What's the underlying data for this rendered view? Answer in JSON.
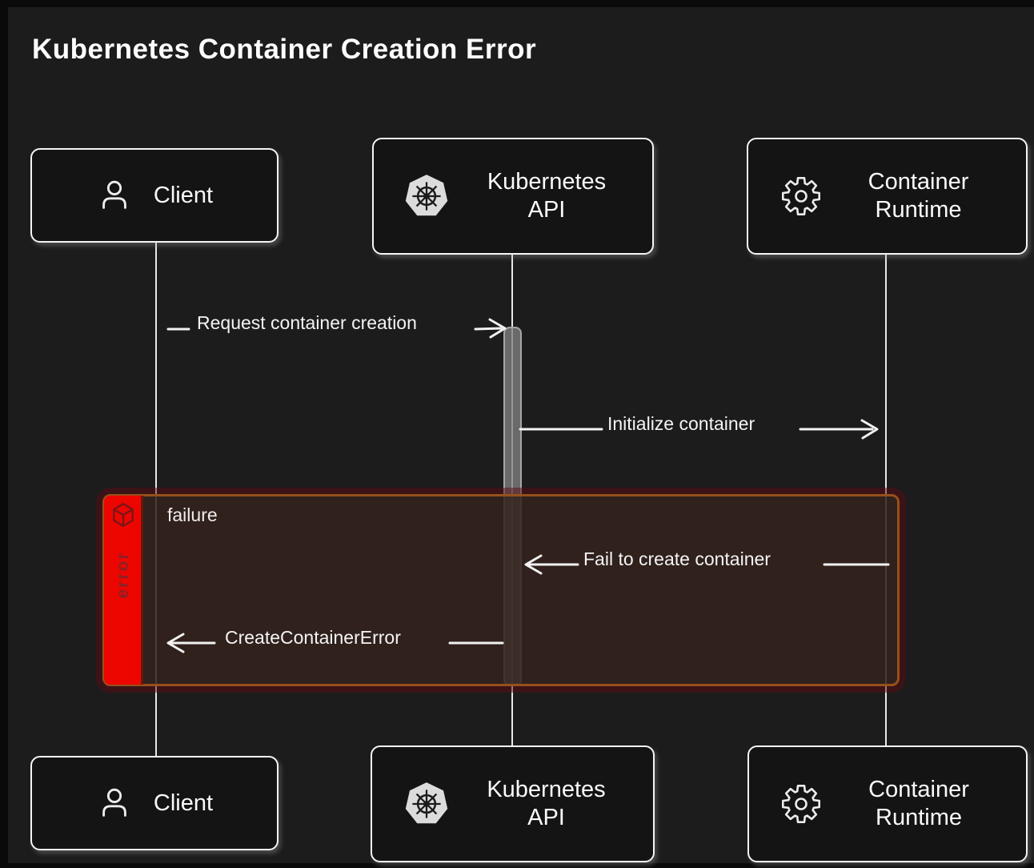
{
  "title": "Kubernetes Container Creation Error",
  "actors": [
    {
      "label": "Client",
      "icon": "person-icon"
    },
    {
      "label": "Kubernetes API",
      "icon": "kubernetes-icon"
    },
    {
      "label": "Container Runtime",
      "icon": "gear-icon"
    }
  ],
  "messages": [
    {
      "label": "Request container creation",
      "from": "Client",
      "to": "Kubernetes API",
      "direction": "right"
    },
    {
      "label": "Initialize container",
      "from": "Kubernetes API",
      "to": "Container Runtime",
      "direction": "right"
    },
    {
      "label": "Fail to create container",
      "from": "Container Runtime",
      "to": "Kubernetes API",
      "direction": "left"
    },
    {
      "label": "CreateContainerError",
      "from": "Kubernetes API",
      "to": "Client",
      "direction": "left"
    }
  ],
  "error_region": {
    "type_label": "error",
    "title": "failure"
  },
  "colors": {
    "background": "#1c1c1c",
    "line": "#eaeaea",
    "error_bar_red": "#ed0600",
    "error_border": "#96511a",
    "error_glow": "#5a0912",
    "error_text": "#8d2026",
    "activation_fill": "#808080"
  }
}
